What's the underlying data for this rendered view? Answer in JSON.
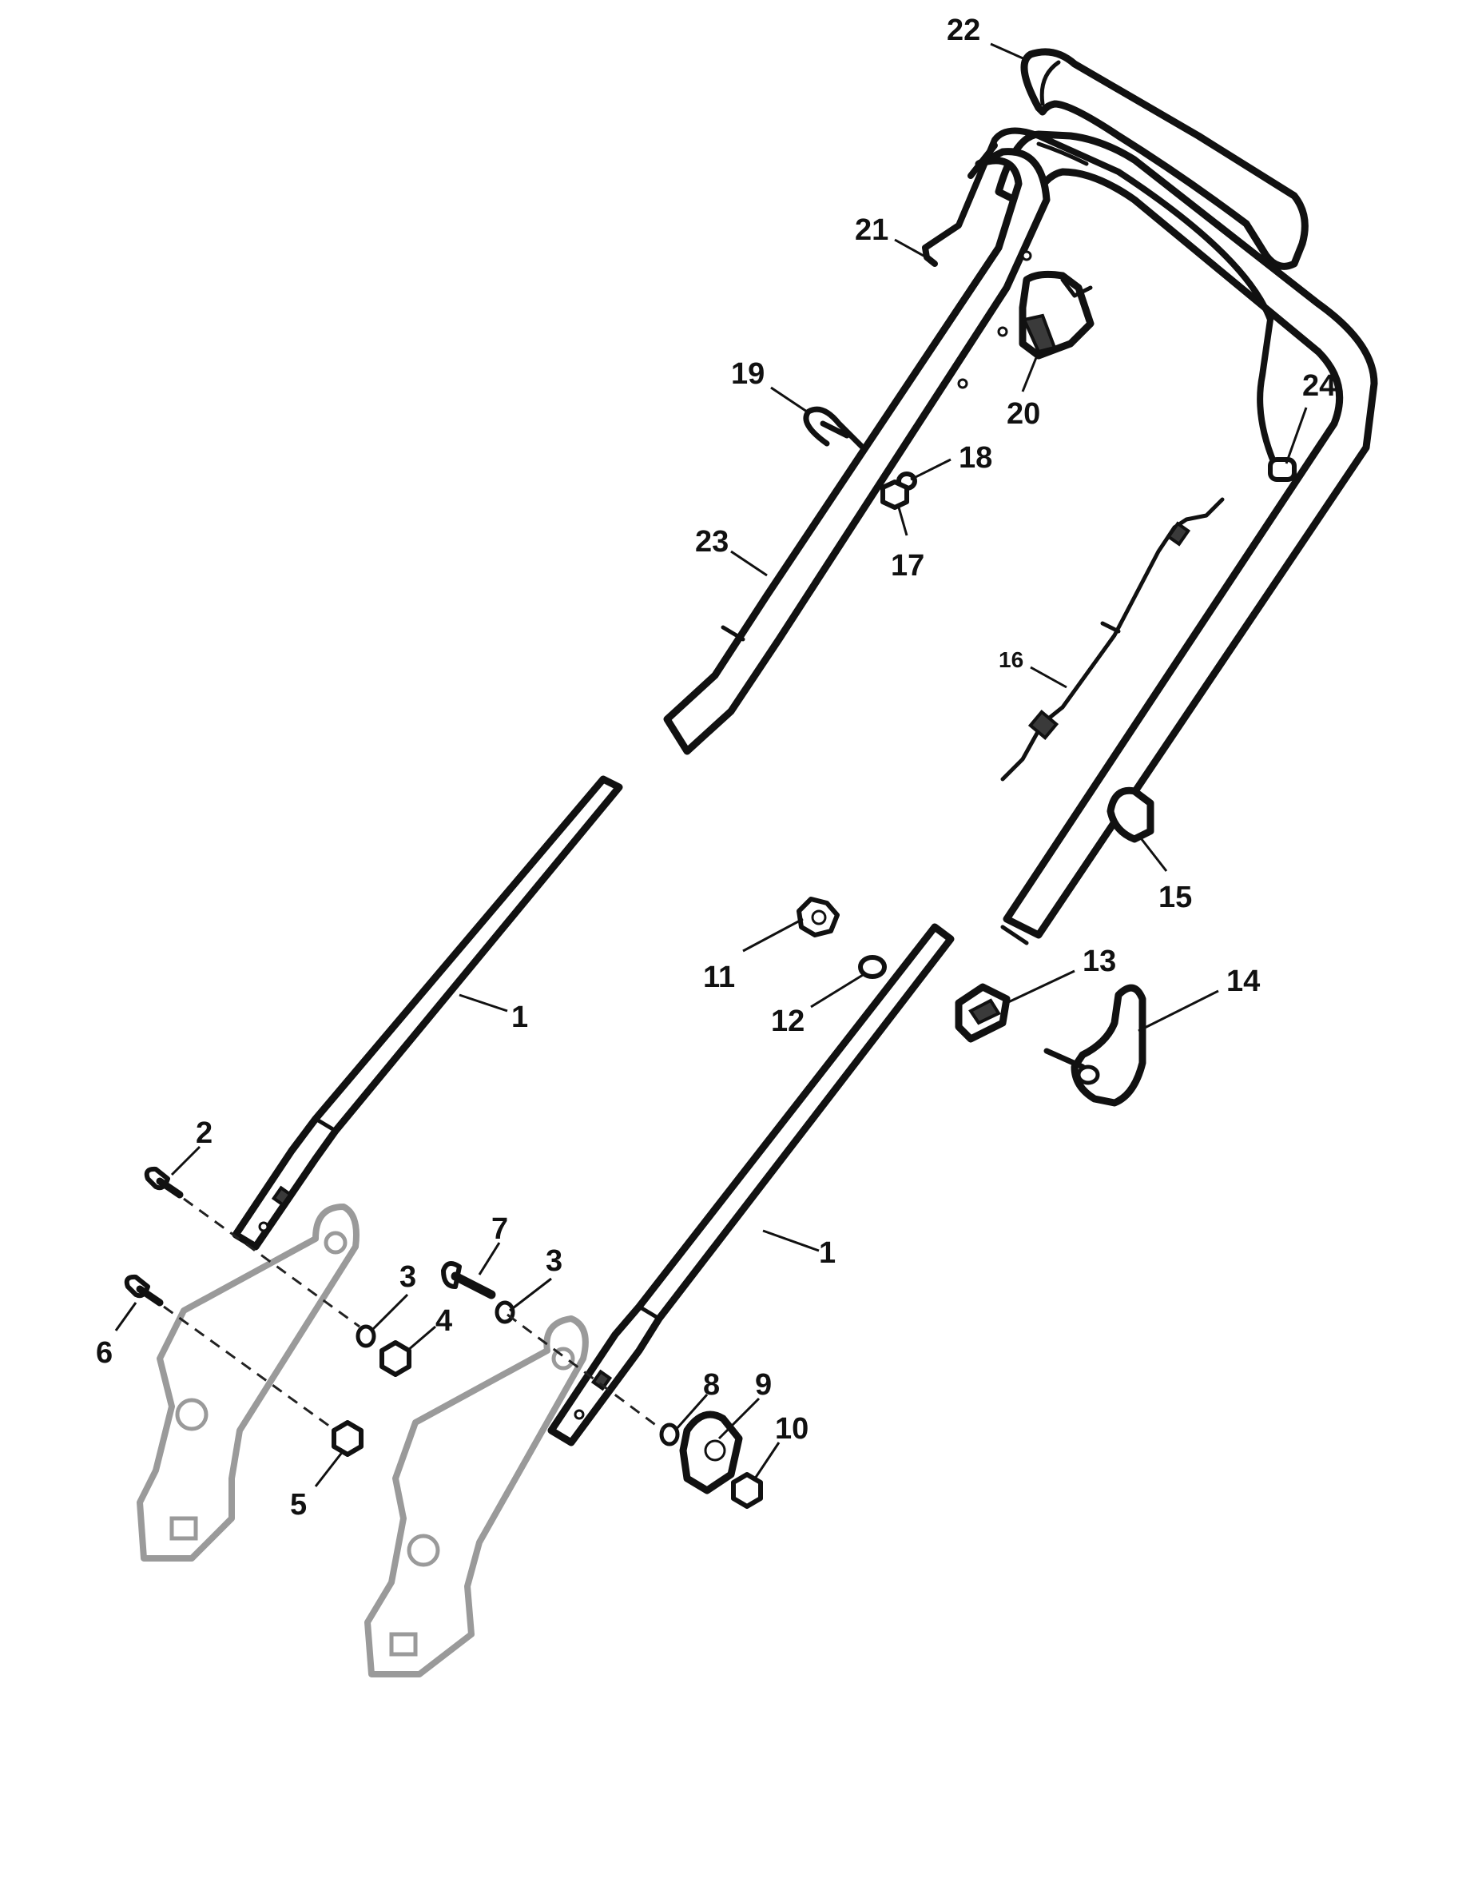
{
  "callouts": [
    {
      "id": "c22",
      "label": "22"
    },
    {
      "id": "c21",
      "label": "21"
    },
    {
      "id": "c19",
      "label": "19"
    },
    {
      "id": "c20",
      "label": "20"
    },
    {
      "id": "c24",
      "label": "24"
    },
    {
      "id": "c18",
      "label": "18"
    },
    {
      "id": "c17",
      "label": "17"
    },
    {
      "id": "c23",
      "label": "23"
    },
    {
      "id": "c16",
      "label": "16"
    },
    {
      "id": "c15",
      "label": "15"
    },
    {
      "id": "c11",
      "label": "11"
    },
    {
      "id": "c12",
      "label": "12"
    },
    {
      "id": "c13",
      "label": "13"
    },
    {
      "id": "c14",
      "label": "14"
    },
    {
      "id": "c1a",
      "label": "1"
    },
    {
      "id": "c2",
      "label": "2"
    },
    {
      "id": "c7",
      "label": "7"
    },
    {
      "id": "c3a",
      "label": "3"
    },
    {
      "id": "c3b",
      "label": "3"
    },
    {
      "id": "c1b",
      "label": "1"
    },
    {
      "id": "c4",
      "label": "4"
    },
    {
      "id": "c6",
      "label": "6"
    },
    {
      "id": "c8",
      "label": "8"
    },
    {
      "id": "c9",
      "label": "9"
    },
    {
      "id": "c10",
      "label": "10"
    },
    {
      "id": "c5",
      "label": "5"
    }
  ]
}
